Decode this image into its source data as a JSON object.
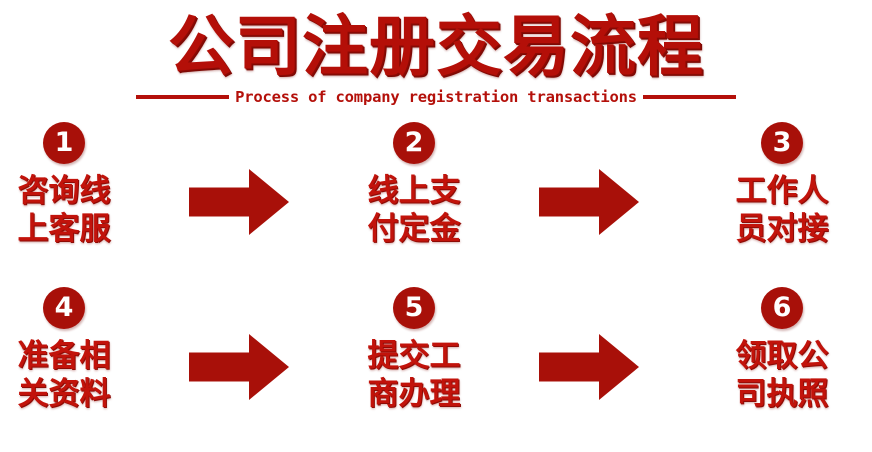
{
  "header": {
    "title": "公司注册交易流程",
    "subtitle": "Process of company registration transactions"
  },
  "colors": {
    "brand_red": "#b4100a",
    "badge_red": "#a81009",
    "text_red": "#c2130b",
    "background": "#ffffff"
  },
  "flow": {
    "rows": [
      {
        "steps": [
          {
            "number": "1",
            "label": "咨询线\n上客服"
          },
          {
            "number": "2",
            "label": "线上支\n付定金"
          },
          {
            "number": "3",
            "label": "工作人\n员对接"
          }
        ],
        "arrows": [
          "arrow-right-icon",
          "arrow-right-icon"
        ]
      },
      {
        "steps": [
          {
            "number": "4",
            "label": "准备相\n关资料"
          },
          {
            "number": "5",
            "label": "提交工\n商办理"
          },
          {
            "number": "6",
            "label": "领取公\n司执照"
          }
        ],
        "arrows": [
          "arrow-right-icon",
          "arrow-right-icon"
        ]
      }
    ]
  }
}
